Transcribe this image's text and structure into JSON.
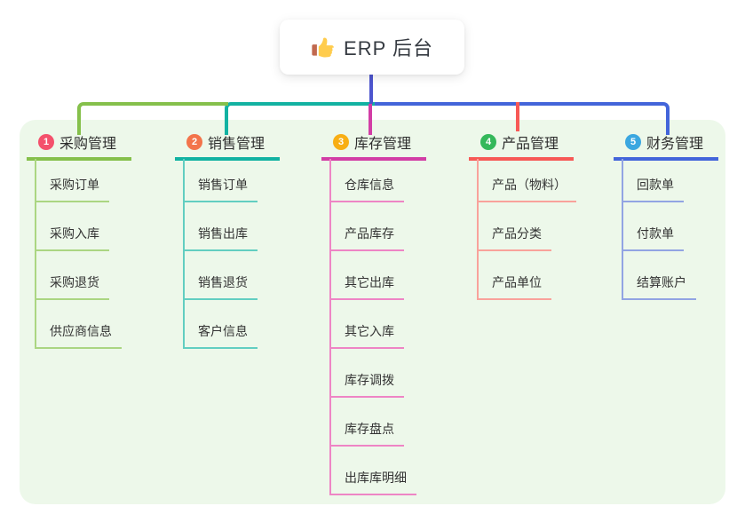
{
  "root": {
    "title": "ERP 后台",
    "icon": "thumbs-up-icon"
  },
  "branches": [
    {
      "num": "1",
      "label": "采购管理",
      "badge_color": "#f4516c",
      "line_color": "#85c04b",
      "child_line_color": "#abd682",
      "children": [
        "采购订单",
        "采购入库",
        "采购退货",
        "供应商信息"
      ]
    },
    {
      "num": "2",
      "label": "销售管理",
      "badge_color": "#f3744b",
      "line_color": "#12b2a2",
      "child_line_color": "#62cec1",
      "children": [
        "销售订单",
        "销售出库",
        "销售退货",
        "客户信息"
      ]
    },
    {
      "num": "3",
      "label": "库存管理",
      "badge_color": "#f8ae14",
      "line_color": "#d23da5",
      "child_line_color": "#ee85c5",
      "children": [
        "仓库信息",
        "产品库存",
        "其它出库",
        "其它入库",
        "库存调拨",
        "库存盘点",
        "出库库明细"
      ]
    },
    {
      "num": "4",
      "label": "产品管理",
      "badge_color": "#34b85a",
      "line_color": "#f75956",
      "child_line_color": "#f9a29b",
      "children": [
        "产品（物料）",
        "产品分类",
        "产品单位"
      ]
    },
    {
      "num": "5",
      "label": "财务管理",
      "badge_color": "#3ba7e0",
      "line_color": "#4365da",
      "child_line_color": "#92a4e3",
      "children": [
        "回款单",
        "付款单",
        "结算账户"
      ]
    }
  ],
  "colors": {
    "panel_bg": "#edf8ea",
    "root_line": "#4d55ce",
    "text": "#333333"
  }
}
